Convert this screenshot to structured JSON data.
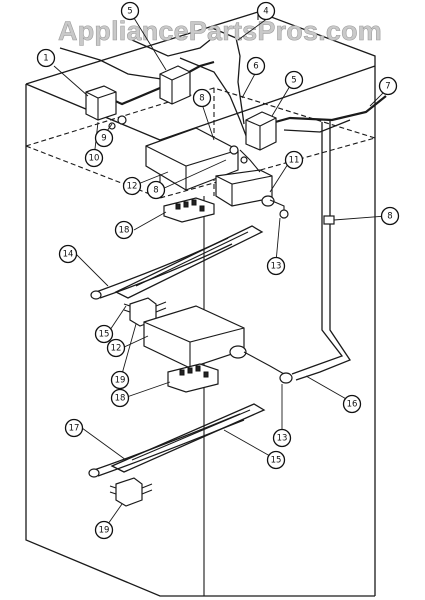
{
  "watermark": {
    "text": "AppliancePartsPros.com"
  },
  "callouts": [
    {
      "id": "c1",
      "label": "1"
    },
    {
      "id": "c2",
      "label": "5"
    },
    {
      "id": "c3",
      "label": "4"
    },
    {
      "id": "c4",
      "label": "5"
    },
    {
      "id": "c5",
      "label": "6"
    },
    {
      "id": "c6",
      "label": "7"
    },
    {
      "id": "c7",
      "label": "8"
    },
    {
      "id": "c8",
      "label": "9"
    },
    {
      "id": "c9",
      "label": "10"
    },
    {
      "id": "c10",
      "label": "12"
    },
    {
      "id": "c11",
      "label": "8"
    },
    {
      "id": "c12",
      "label": "11"
    },
    {
      "id": "c13",
      "label": "8"
    },
    {
      "id": "c14",
      "label": "18"
    },
    {
      "id": "c15",
      "label": "13"
    },
    {
      "id": "c16",
      "label": "14"
    },
    {
      "id": "c17",
      "label": "15"
    },
    {
      "id": "c18",
      "label": "19"
    },
    {
      "id": "c19",
      "label": "12"
    },
    {
      "id": "c20",
      "label": "18"
    },
    {
      "id": "c21",
      "label": "13"
    },
    {
      "id": "c22",
      "label": "16"
    },
    {
      "id": "c23",
      "label": "17"
    },
    {
      "id": "c24",
      "label": "15"
    },
    {
      "id": "c25",
      "label": "19"
    }
  ]
}
